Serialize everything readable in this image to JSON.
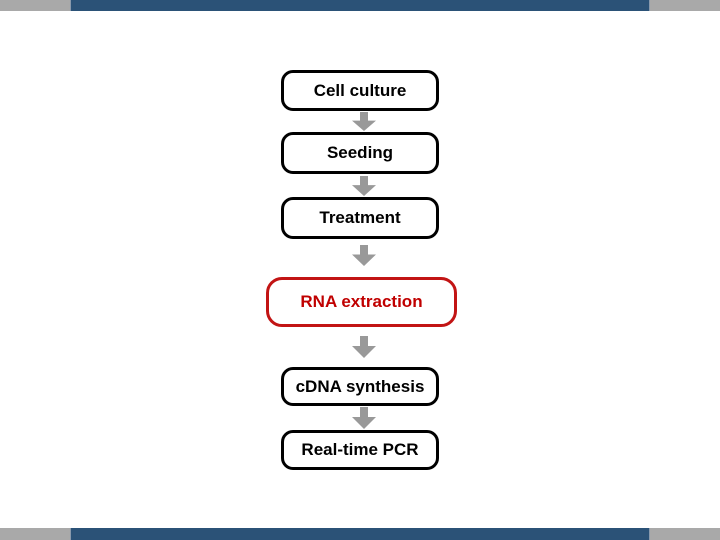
{
  "slide": {
    "background": "#ffffff",
    "border_bars": {
      "gray": "#a9a9a9",
      "blue": "#2b5277"
    }
  },
  "flowchart": {
    "steps": [
      {
        "label": "Cell culture",
        "highlighted": false
      },
      {
        "label": "Seeding",
        "highlighted": false
      },
      {
        "label": "Treatment",
        "highlighted": false
      },
      {
        "label": "RNA extraction",
        "highlighted": true
      },
      {
        "label": "cDNA synthesis",
        "highlighted": false
      },
      {
        "label": "Real-time PCR",
        "highlighted": false
      }
    ],
    "colors": {
      "box_border": "#000000",
      "box_text": "#000000",
      "highlight_border": "#c21414",
      "highlight_text": "#c00000",
      "arrow": "#999999"
    }
  }
}
